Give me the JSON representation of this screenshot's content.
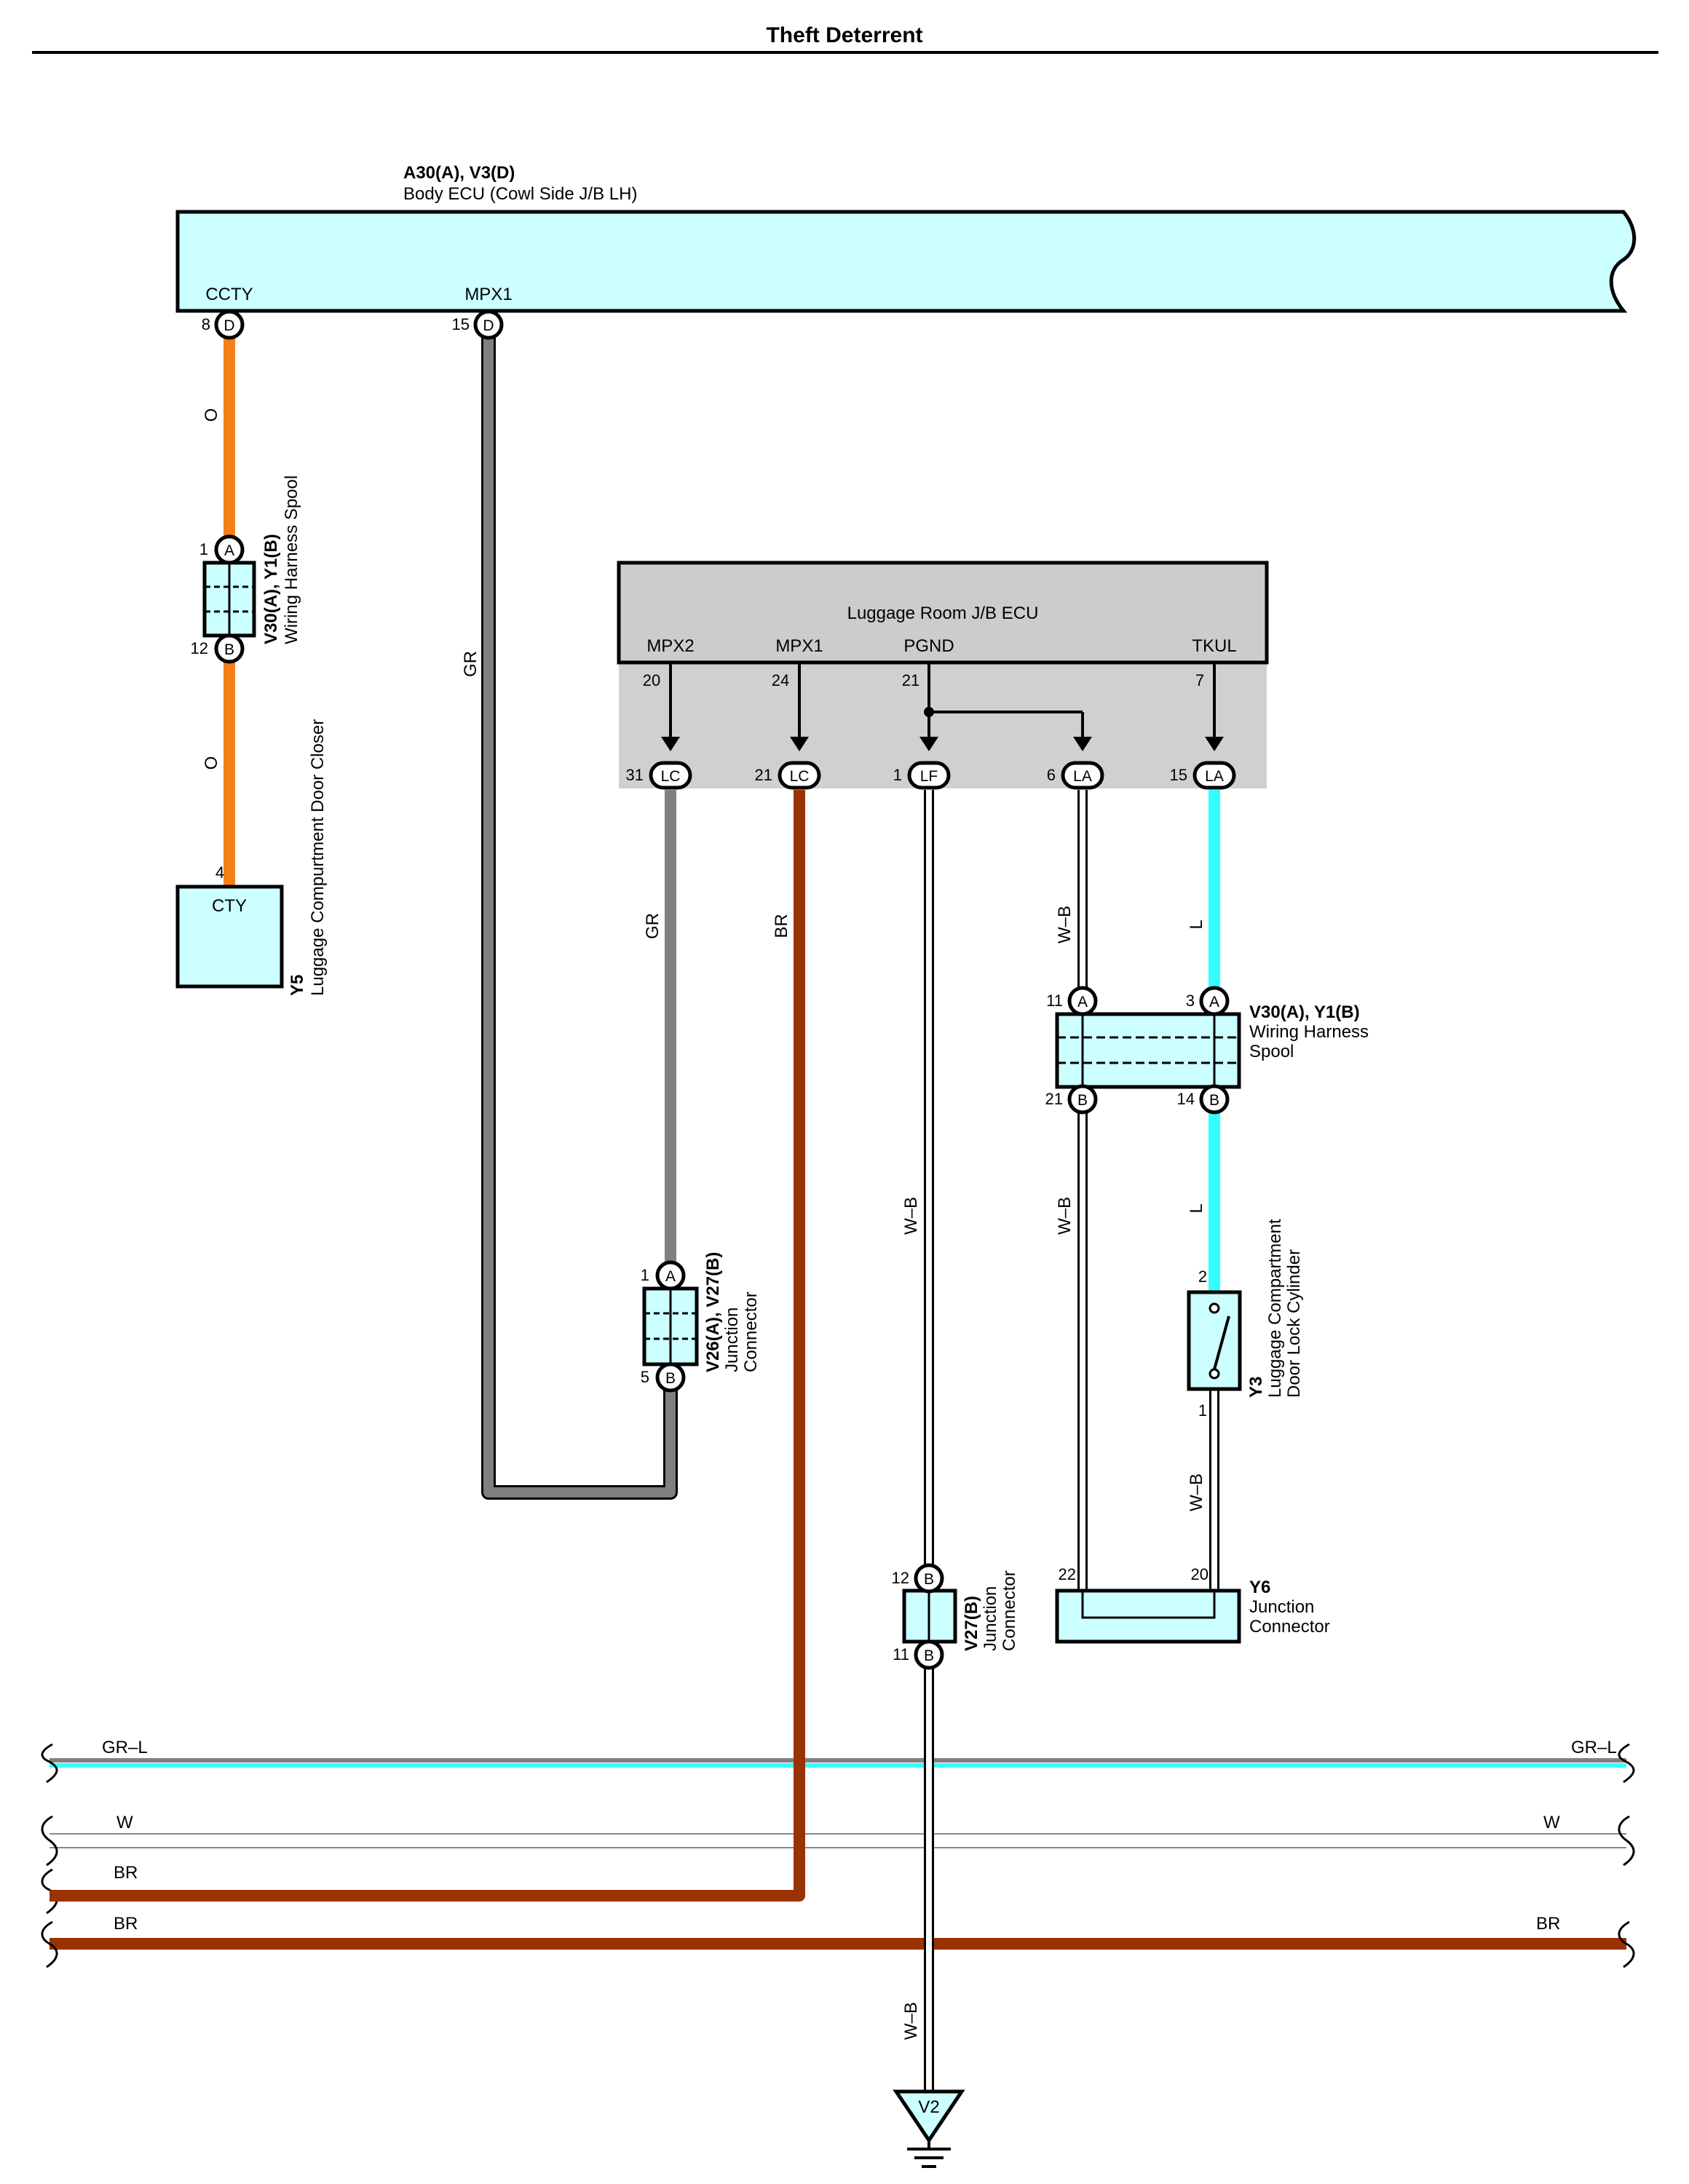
{
  "title": "Theft Deterrent",
  "colors": {
    "orange": "#f57f17",
    "gray": "#808080",
    "brown": "#993300",
    "cyan": "#33ffff",
    "light_cyan": "#ccffff",
    "panel_gray": "#d0d0d0",
    "box_gray": "#cccccc"
  },
  "body_ecu": {
    "code": "A30(A), V3(D)",
    "name": "Body ECU (Cowl Side J/B LH)",
    "terminals": [
      {
        "name": "CCTY",
        "pin": "8",
        "conn": "D"
      },
      {
        "name": "MPX1",
        "pin": "15",
        "conn": "D"
      }
    ]
  },
  "spool_left": {
    "code": "V30(A), Y1(B)",
    "name": "Wiring Harness Spool",
    "pin_a": "1",
    "conn_a": "A",
    "pin_b": "12",
    "conn_b": "B"
  },
  "closer": {
    "code": "Y5",
    "name": "Luggage Compurtment Door Closer",
    "term": "CTY",
    "pin": "4"
  },
  "jb_ecu": {
    "name": "Luggage Room J/B ECU",
    "terminals": [
      {
        "name": "MPX2",
        "inner_pin": "20",
        "pin": "31",
        "conn": "LC"
      },
      {
        "name": "MPX1",
        "inner_pin": "24",
        "pin": "21",
        "conn": "LC"
      },
      {
        "name": "PGND",
        "inner_pin": "21",
        "pin": "1",
        "conn": "LF"
      },
      {
        "name": "",
        "inner_pin": "",
        "pin": "6",
        "conn": "LA"
      },
      {
        "name": "TKUL",
        "inner_pin": "7",
        "pin": "15",
        "conn": "LA"
      }
    ]
  },
  "jc_v26": {
    "code": "V26(A), V27(B)",
    "line1": "Junction",
    "line2": "Connector",
    "pin_a": "1",
    "conn_a": "A",
    "pin_b": "5",
    "conn_b": "B"
  },
  "jc_v27": {
    "code": "V27(B)",
    "line1": "Junction",
    "line2": "Connector",
    "pin_a": "12",
    "conn_a": "B",
    "pin_b": "11",
    "conn_b": "B"
  },
  "spool_right": {
    "code": "V30(A), Y1(B)",
    "line1": "Wiring Harness",
    "line2": "Spool",
    "pins_a": [
      "11",
      "3"
    ],
    "conn_a": "A",
    "pins_b": [
      "21",
      "14"
    ],
    "conn_b": "B"
  },
  "cylinder": {
    "code": "Y3",
    "line1": "Luggage Compartment",
    "line2": "Door Lock Cylinder",
    "pin_top": "2",
    "pin_bottom": "1"
  },
  "jc_y6": {
    "code": "Y6",
    "line1": "Junction",
    "line2": "Connector",
    "pins": [
      "22",
      "20"
    ]
  },
  "ground": {
    "code": "V2"
  },
  "wire_colors": {
    "o": "O",
    "gr": "GR",
    "br": "BR",
    "wb": "W–B",
    "l": "L",
    "grl": "GR–L",
    "w": "W"
  }
}
